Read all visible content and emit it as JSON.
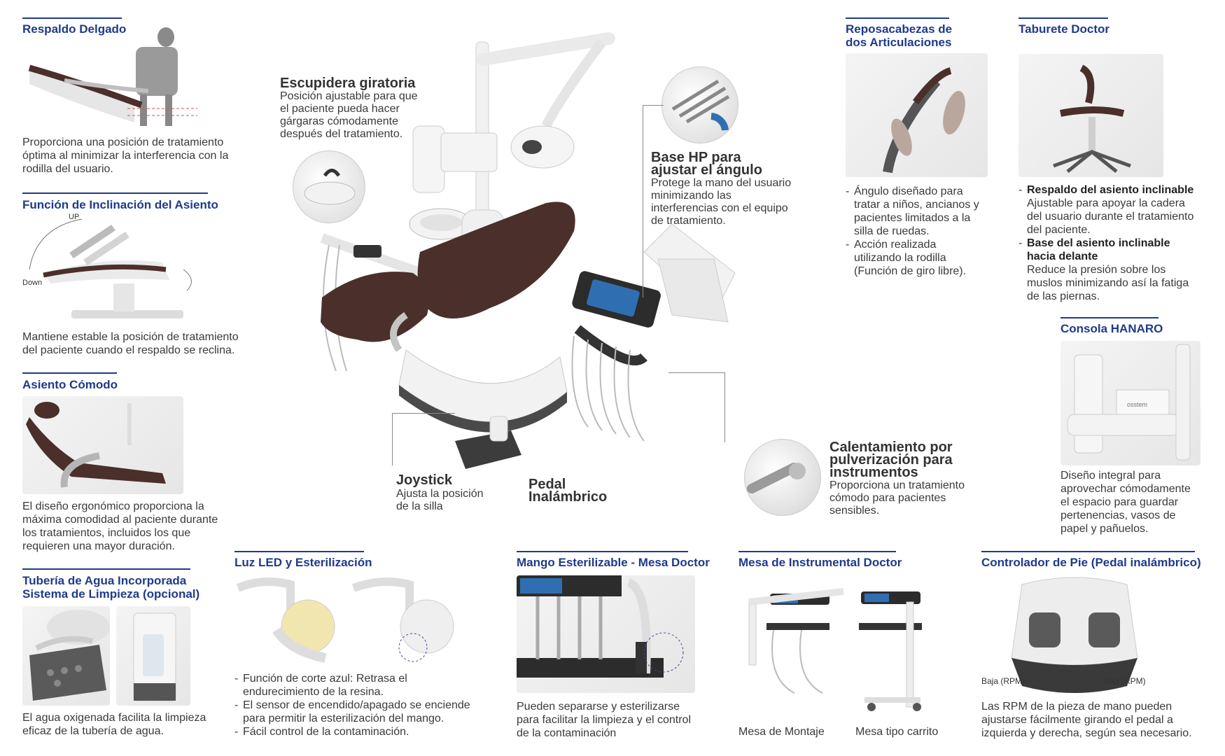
{
  "colors": {
    "accent": "#1f3a8a",
    "upholstery": "#4a2f2a",
    "body": "#f2f2f2"
  },
  "sections": {
    "respaldo": {
      "title": "Respaldo Delgado",
      "text": "Proporciona una posición de tratamiento óptima al minimizar la interferencia con la rodilla del usuario."
    },
    "inclinacion": {
      "title": "Función de Inclinación del Asiento",
      "up": "UP",
      "down": "Down",
      "text": "Mantiene estable la posición de tratamiento del paciente cuando el respaldo se reclina."
    },
    "asiento": {
      "title": "Asiento Cómodo",
      "text": "El diseño ergonómico proporciona la máxima comodidad al paciente durante los tratamientos, incluidos los que requieren una mayor duración."
    },
    "tuberia": {
      "title1": "Tubería de Agua Incorporada",
      "title2": "Sistema de Limpieza (opcional)",
      "text": "El agua oxigenada facilita la limpieza eficaz de la tubería de agua."
    },
    "luz": {
      "title": "Luz LED y Esterilización",
      "items": [
        "Función de corte azul: Retrasa el endurecimiento de la resina.",
        "El sensor de encendido/apagado se enciende para permitir la esterilización del mango.",
        "Fácil control de la contaminación."
      ]
    },
    "mango": {
      "title": "Mango Esterilizable - Mesa Doctor",
      "text": "Pueden separarse y esterilizarse para facilitar la limpieza y el control de la contaminación"
    },
    "mesa": {
      "title": "Mesa de Instrumental Doctor",
      "cap1": "Mesa de Montaje",
      "cap2": "Mesa tipo carrito"
    },
    "controlador": {
      "title": "Controlador de Pie (Pedal inalámbrico)",
      "low": "Baja (RPM)",
      "high": "Alta (RPM)",
      "text": "Las RPM de la pieza de mano pueden ajustarse fácilmente girando el pedal a izquierda y derecha, según sea necesario."
    },
    "reposacabezas": {
      "title1": "Reposacabezas de",
      "title2": "dos Articulaciones",
      "items": [
        "Ángulo diseñado para tratar a niños, ancianos y pacientes limitados a la silla de ruedas.",
        "Acción realizada utilizando la rodilla (Función de giro libre)."
      ]
    },
    "taburete": {
      "title": "Taburete Doctor",
      "items": [
        {
          "head": "Respaldo del asiento inclinable",
          "body": "Ajustable para apoyar la cadera del usuario durante el tratamiento del paciente."
        },
        {
          "head": "Base del asiento inclinable hacia delante",
          "body": "Reduce la presión sobre los muslos minimizando así la fatiga de las piernas."
        }
      ]
    },
    "consola": {
      "title": "Consola HANARO",
      "brand": "osstem",
      "text": "Diseño integral para aprovechar cómodamente el espacio para guardar pertenencias, vasos de papel y pañuelos."
    }
  },
  "callouts": {
    "escupidera": {
      "title": "Escupidera giratoria",
      "text": "Posición ajustable para que el paciente pueda hacer gárgaras cómodamente después del tratamiento."
    },
    "base_hp": {
      "title": "Base HP para ajustar el ángulo",
      "text": "Protege la mano del usuario minimizando las interferencias con el equipo de tratamiento."
    },
    "joystick": {
      "title": "Joystick",
      "text": "Ajusta la posición de la silla"
    },
    "pedal": {
      "title": "Pedal Inalámbrico"
    },
    "calentamiento": {
      "title": "Calentamiento por pulverización para instrumentos",
      "text": "Proporciona un tratamiento cómodo para pacientes sensibles."
    }
  }
}
